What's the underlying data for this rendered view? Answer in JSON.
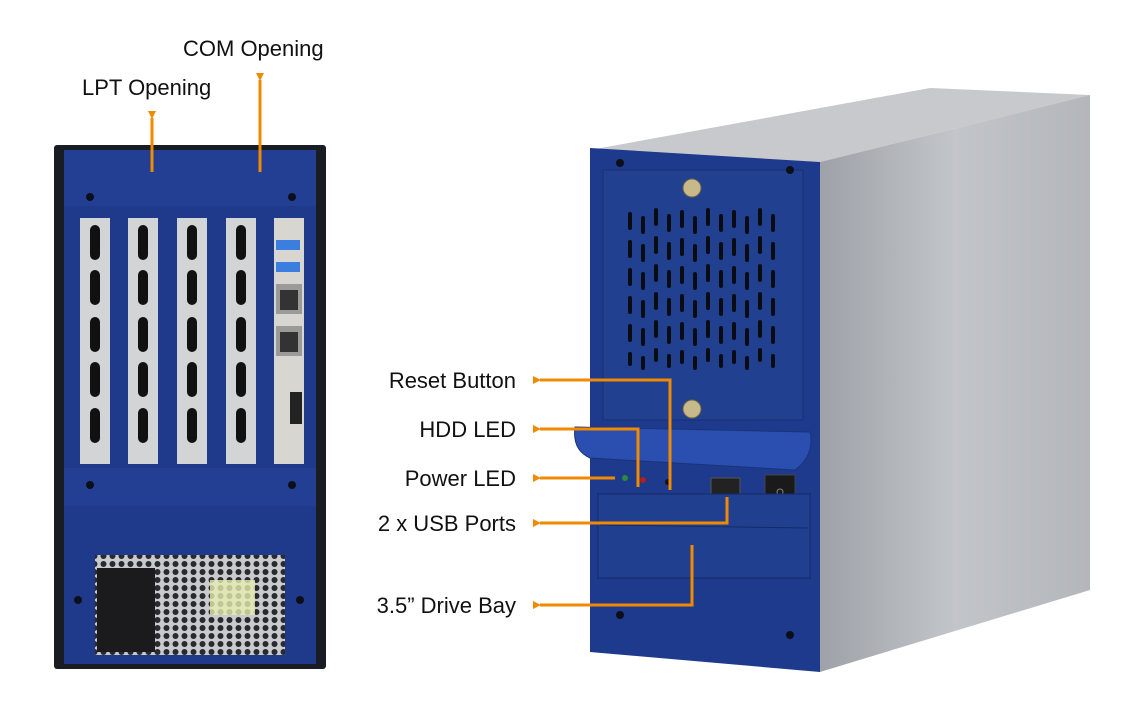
{
  "colors": {
    "accent": "#f08a00",
    "chassis_blue": "#1e3a8c",
    "side_gray": "#a9acb1",
    "text": "#111111"
  },
  "rear_view": {
    "callouts": [
      {
        "id": "lpt",
        "label": "LPT Opening"
      },
      {
        "id": "com",
        "label": "COM Opening"
      }
    ]
  },
  "front_view": {
    "callouts": [
      {
        "id": "reset",
        "label": "Reset Button"
      },
      {
        "id": "hdd",
        "label": "HDD LED"
      },
      {
        "id": "power",
        "label": "Power LED"
      },
      {
        "id": "usb",
        "label": "2 x USB Ports"
      },
      {
        "id": "bay",
        "label": "3.5” Drive Bay"
      }
    ]
  }
}
